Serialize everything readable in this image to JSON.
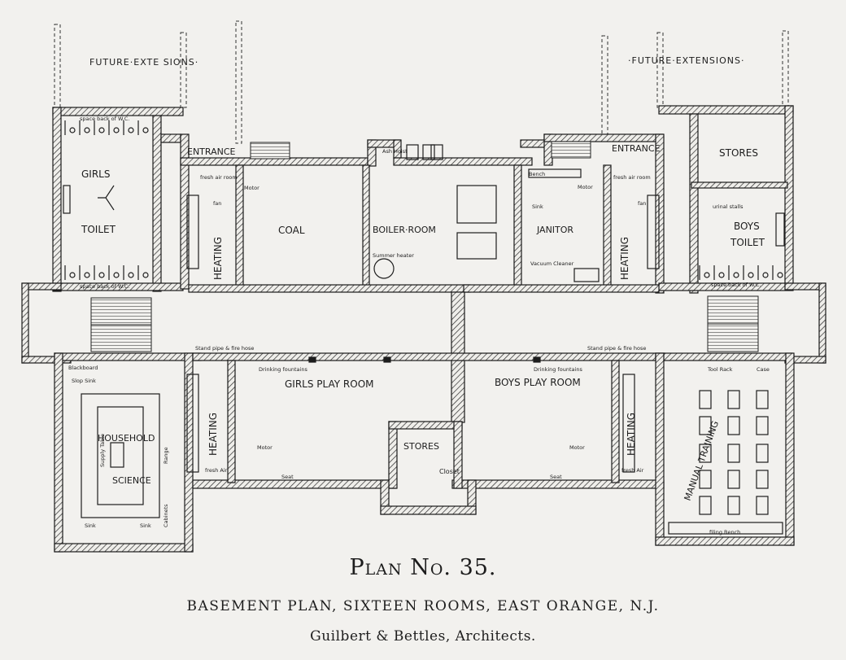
{
  "plan": {
    "labels": {
      "future_left": "FUTURE·EXTE   SIONS·",
      "future_right": "·FUTURE·EXTENSIONS·",
      "entrance_left": "ENTRANCE",
      "entrance_right": "ENTRANCE",
      "girls_toilet_1": "GIRLS",
      "girls_toilet_2": "TOILET",
      "coal": "COAL",
      "boiler_room": "BOILER·ROOM",
      "janitor": "JANITOR",
      "stores_ne": "STORES",
      "boys_toilet_1": "BOYS",
      "boys_toilet_2": "TOILET",
      "heating": "HEATING",
      "girls_play_room": "GIRLS PLAY ROOM",
      "boys_play_room": "BOYS PLAY ROOM",
      "stores_center": "STORES",
      "closet": "Closet",
      "household_1": "HOUSEHOLD",
      "household_2": "SCIENCE",
      "manual_training": "MANUAL TRAINING",
      "fresh_air_room": "fresh air room",
      "bench": "Bench",
      "sink": "Sink",
      "motor": "Motor",
      "fan": "fan",
      "vacuum_cleaner": "Vacuum Cleaner",
      "summer_heater": "Summer heater",
      "ash_hoist": "Ash Hoist",
      "space_back_wc": "space back of W.C.",
      "urinal_stalls": "urinal stalls",
      "drinking_fountains": "Drinking fountains",
      "stand_pipe": "Stand pipe & fire hose",
      "seat": "Seat",
      "fresh_air": "fresh Air",
      "tool_rack": "Tool Rack",
      "case": "Case",
      "filing_bench": "filing Bench",
      "blackboard": "Blackboard",
      "slop_sink": "Slop Sink",
      "cabinets": "Cabinets",
      "range": "Range",
      "supply_table": "Supply Table"
    }
  },
  "caption": {
    "title": "Plan No. 35.",
    "subtitle": "BASEMENT PLAN, SIXTEEN ROOMS, EAST ORANGE, N.J.",
    "architects": "Guilbert & Bettles, Architects."
  }
}
